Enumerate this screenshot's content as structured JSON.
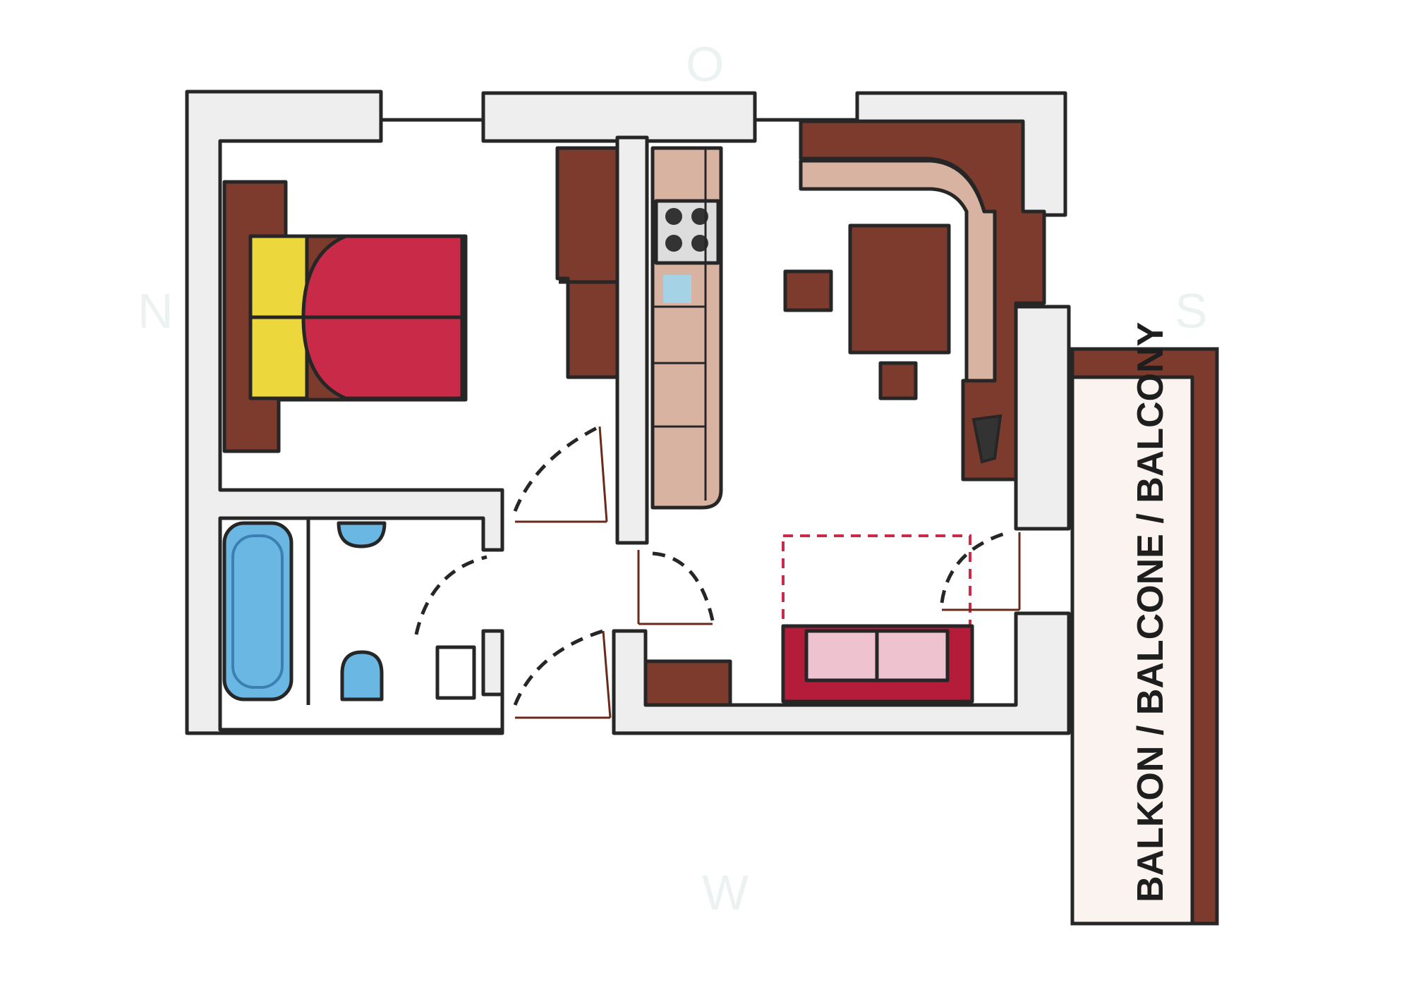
{
  "compass": {
    "north": "N",
    "east": "O",
    "south": "S",
    "west": "W"
  },
  "balcony": {
    "label": "BALKON / BALCONE / BALCONY"
  },
  "colors": {
    "wood_dark": "#7c3b2c",
    "wood_light": "#d8b3a2",
    "bed_red": "#c92a48",
    "pillow_yellow": "#ecd73c",
    "sanitary_blue": "#6ab7e3",
    "sofa_red": "#b51c3a",
    "sofa_pink": "#efc2d0",
    "wall_grey": "#eeeeee"
  }
}
